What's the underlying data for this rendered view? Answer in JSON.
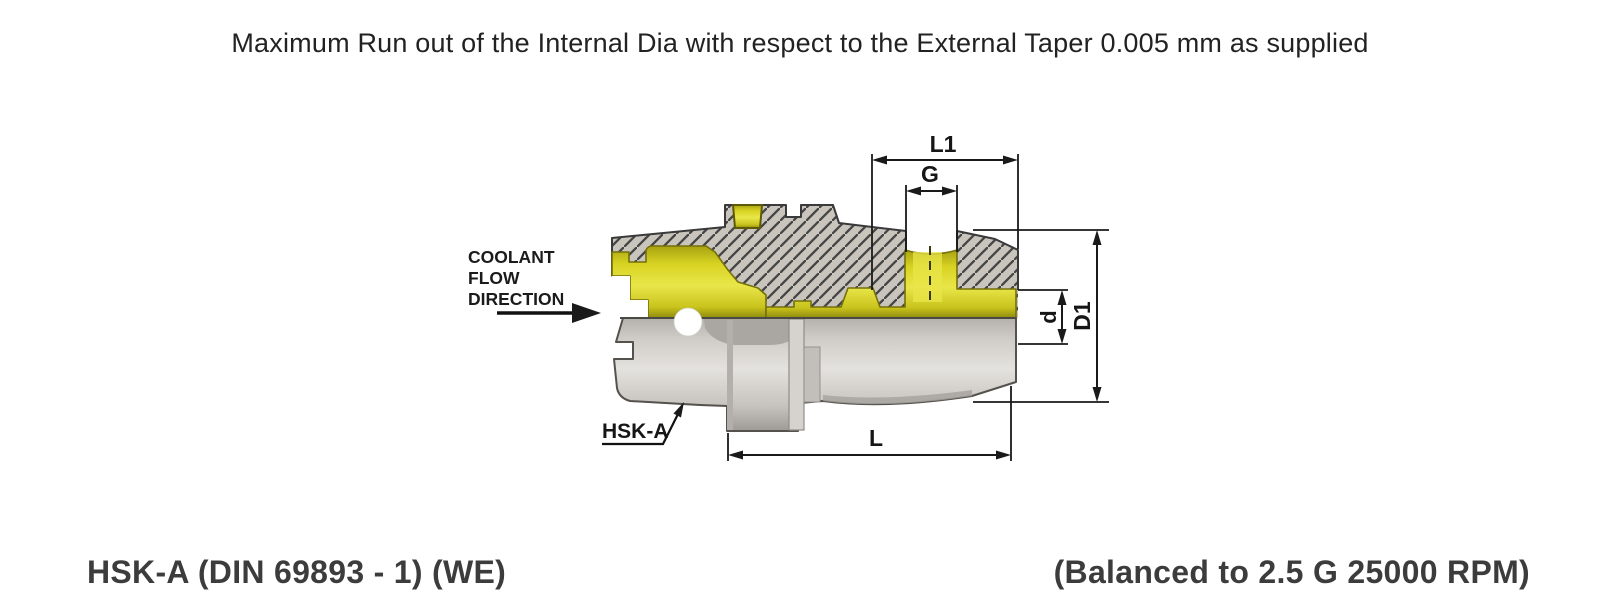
{
  "note_top": "Maximum Run out of the Internal Dia with respect to the External Taper 0.005 mm as supplied",
  "footer": {
    "left_label": "HSK-A (DIN 69893 - 1) (WE)",
    "right_label": "(Balanced to 2.5 G 25000 RPM)"
  },
  "diagram": {
    "coolant": {
      "line1": "COOLANT",
      "line2": "FLOW",
      "line3": "DIRECTION"
    },
    "shank_label": "HSK-A",
    "dims": {
      "length_overall": "L",
      "length_front": "L1",
      "coolant_thread": "G",
      "bore_dia": "d",
      "outer_dia": "D1"
    },
    "colors": {
      "coolant_yellow": "#d6ce24",
      "coolant_yellow_dark": "#8f8a0e",
      "body_gray": "#cbc8c3",
      "hatch_fill": "#c9c5bd",
      "hatch_line": "#454545",
      "dimension_line": "#1a1a1a"
    }
  }
}
